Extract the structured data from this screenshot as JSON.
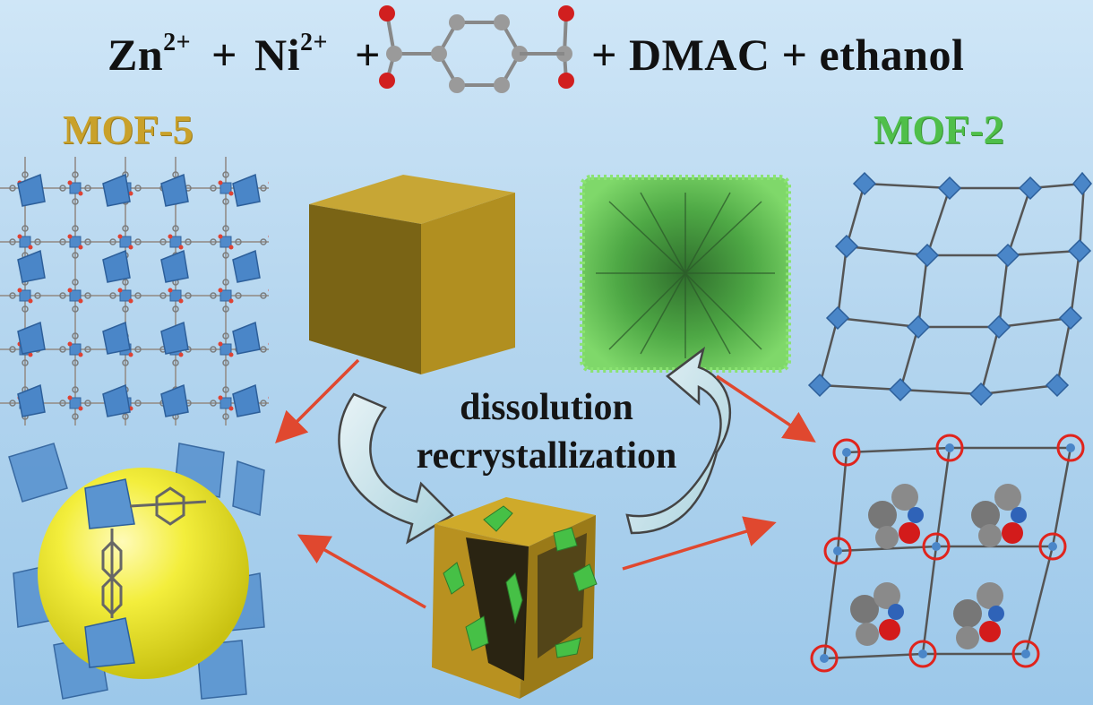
{
  "header": {
    "zn": "Zn",
    "zn_charge": "2+",
    "plus1": "+",
    "ni": "Ni",
    "ni_charge": "2+",
    "plus2": "+",
    "plus3": "+ DMAC + ethanol"
  },
  "labels": {
    "mof5": "MOF-5",
    "mof2": "MOF-2"
  },
  "process": {
    "line1": "dissolution",
    "line2": "recrystallization"
  },
  "colors": {
    "mof5_gold": "#c9a12a",
    "mof2_green": "#4fbf4a",
    "arrow_red": "#e0482f",
    "tetra_blue": "#4a86c8",
    "sphere_yellow": "#f5f03a"
  },
  "icons": {
    "molecule": "terephthalic-acid-molecule-icon",
    "cube": "mof5-cube-icon",
    "green_crystal": "mof2-crystal-icon",
    "composite_cube": "composite-cube-icon"
  }
}
